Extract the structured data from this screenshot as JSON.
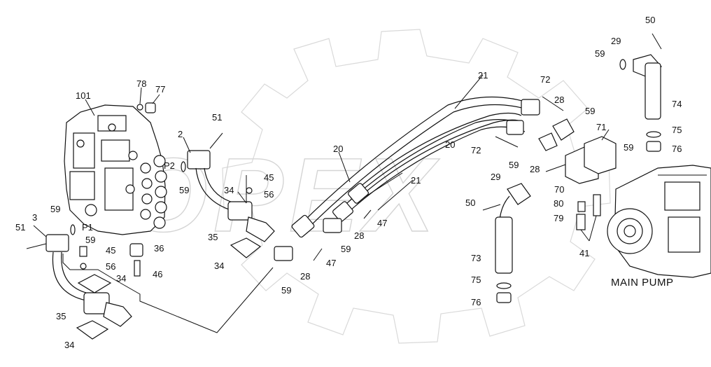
{
  "diagram": {
    "caption": "MAIN PUMP",
    "watermark": "OPEX",
    "labels": [
      {
        "id": "101",
        "text": "101"
      },
      {
        "id": "78",
        "text": "78"
      },
      {
        "id": "77",
        "text": "77"
      },
      {
        "id": "2",
        "text": "2"
      },
      {
        "id": "51a",
        "text": "51"
      },
      {
        "id": "51b",
        "text": "51"
      },
      {
        "id": "P2",
        "text": "P2"
      },
      {
        "id": "P1",
        "text": "P1"
      },
      {
        "id": "59a",
        "text": "59"
      },
      {
        "id": "59b",
        "text": "59"
      },
      {
        "id": "3",
        "text": "3"
      },
      {
        "id": "45a",
        "text": "45"
      },
      {
        "id": "56a",
        "text": "56"
      },
      {
        "id": "45b",
        "text": "45"
      },
      {
        "id": "56b",
        "text": "56"
      },
      {
        "id": "36",
        "text": "36"
      },
      {
        "id": "46",
        "text": "46"
      },
      {
        "id": "34a",
        "text": "34"
      },
      {
        "id": "34b",
        "text": "34"
      },
      {
        "id": "34c",
        "text": "34"
      },
      {
        "id": "34d",
        "text": "34"
      },
      {
        "id": "35a",
        "text": "35"
      },
      {
        "id": "35b",
        "text": "35"
      },
      {
        "id": "20a",
        "text": "20"
      },
      {
        "id": "20b",
        "text": "20"
      },
      {
        "id": "21a",
        "text": "21"
      },
      {
        "id": "21b",
        "text": "21"
      },
      {
        "id": "47a",
        "text": "47"
      },
      {
        "id": "47b",
        "text": "47"
      },
      {
        "id": "28a",
        "text": "28"
      },
      {
        "id": "28b",
        "text": "28"
      },
      {
        "id": "28c",
        "text": "28"
      },
      {
        "id": "28d",
        "text": "28"
      },
      {
        "id": "59c",
        "text": "59"
      },
      {
        "id": "59d",
        "text": "59"
      },
      {
        "id": "59e",
        "text": "59"
      },
      {
        "id": "59f",
        "text": "59"
      },
      {
        "id": "59g",
        "text": "59"
      },
      {
        "id": "59h",
        "text": "59"
      },
      {
        "id": "72a",
        "text": "72"
      },
      {
        "id": "72b",
        "text": "72"
      },
      {
        "id": "71",
        "text": "71"
      },
      {
        "id": "70",
        "text": "70"
      },
      {
        "id": "80",
        "text": "80"
      },
      {
        "id": "79",
        "text": "79"
      },
      {
        "id": "41",
        "text": "41"
      },
      {
        "id": "29a",
        "text": "29"
      },
      {
        "id": "29b",
        "text": "29"
      },
      {
        "id": "50a",
        "text": "50"
      },
      {
        "id": "50b",
        "text": "50"
      },
      {
        "id": "73",
        "text": "73"
      },
      {
        "id": "74",
        "text": "74"
      },
      {
        "id": "75a",
        "text": "75"
      },
      {
        "id": "75b",
        "text": "75"
      },
      {
        "id": "76a",
        "text": "76"
      },
      {
        "id": "76b",
        "text": "76"
      },
      {
        "id": "59i",
        "text": "59"
      }
    ]
  }
}
